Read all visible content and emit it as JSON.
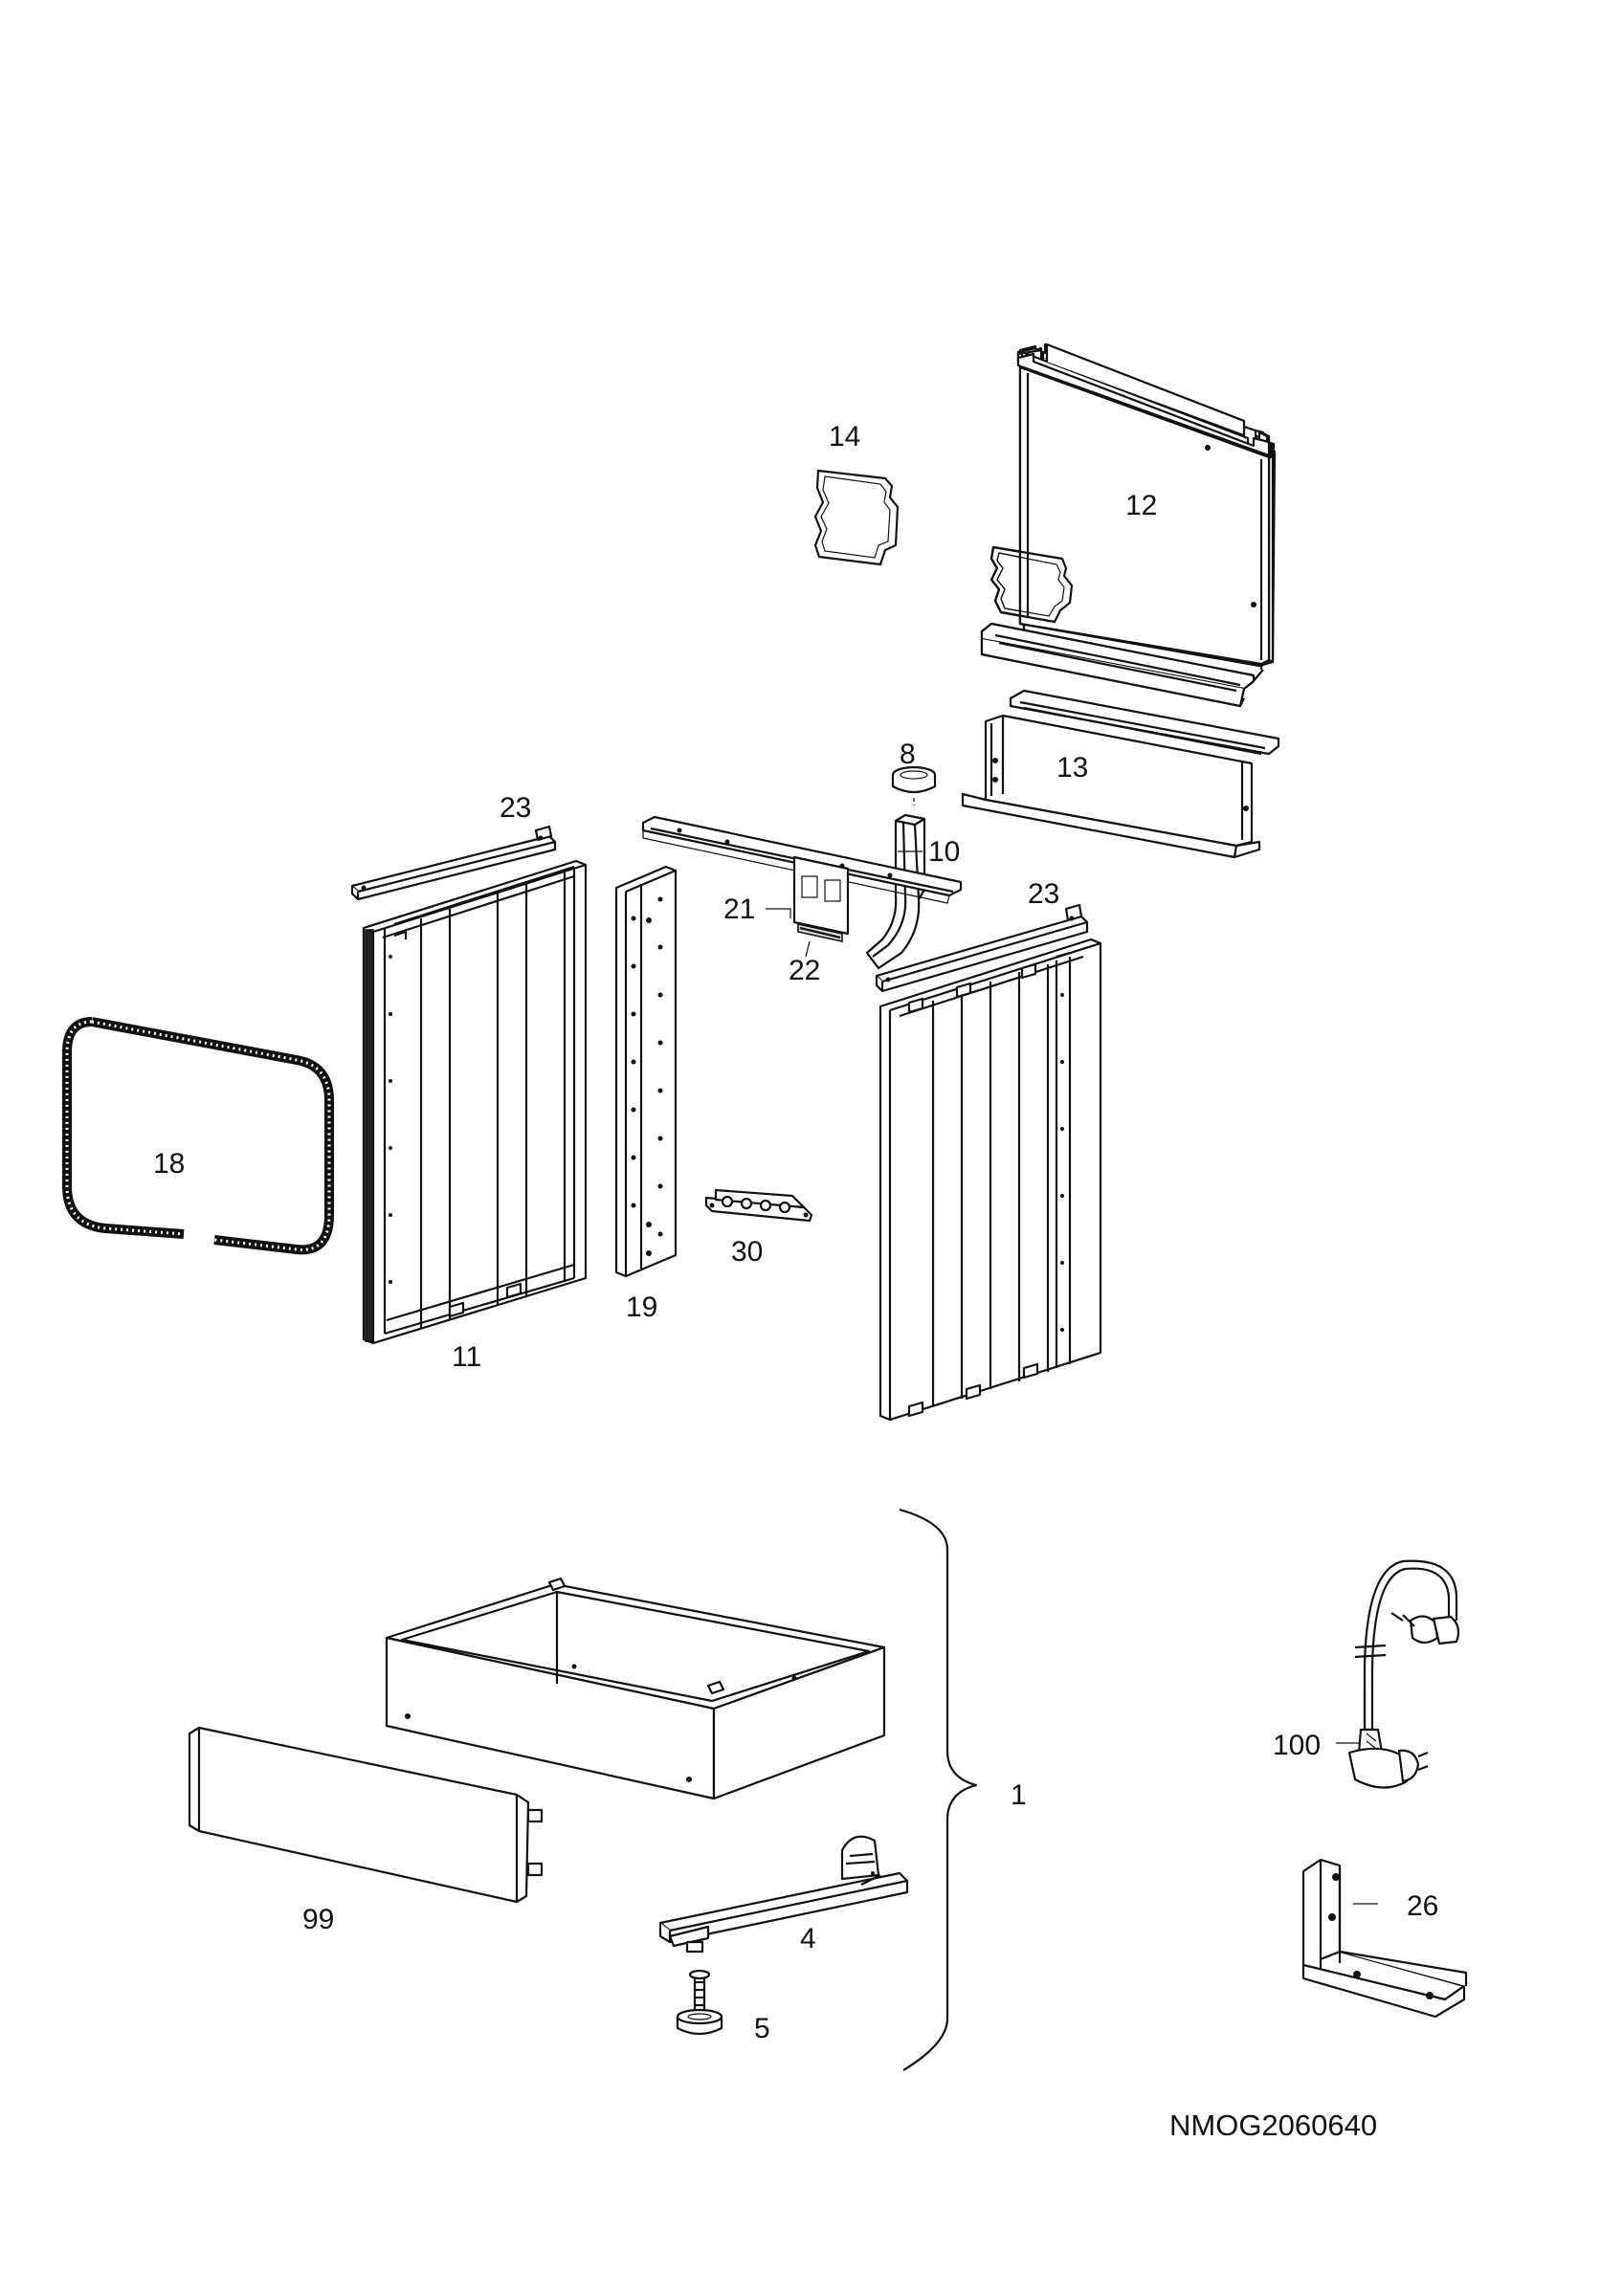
{
  "drawing_code": "NMOG2060640",
  "parts": [
    {
      "id": "part-1",
      "label": "1"
    },
    {
      "id": "part-4",
      "label": "4"
    },
    {
      "id": "part-5",
      "label": "5"
    },
    {
      "id": "part-8",
      "label": "8"
    },
    {
      "id": "part-10",
      "label": "10"
    },
    {
      "id": "part-11",
      "label": "11"
    },
    {
      "id": "part-12",
      "label": "12"
    },
    {
      "id": "part-13",
      "label": "13"
    },
    {
      "id": "part-14",
      "label": "14"
    },
    {
      "id": "part-18",
      "label": "18"
    },
    {
      "id": "part-19",
      "label": "19"
    },
    {
      "id": "part-21",
      "label": "21"
    },
    {
      "id": "part-22",
      "label": "22"
    },
    {
      "id": "part-23a",
      "label": "23"
    },
    {
      "id": "part-23b",
      "label": "23"
    },
    {
      "id": "part-26",
      "label": "26"
    },
    {
      "id": "part-30",
      "label": "30"
    },
    {
      "id": "part-99",
      "label": "99"
    },
    {
      "id": "part-100",
      "label": "100"
    }
  ]
}
